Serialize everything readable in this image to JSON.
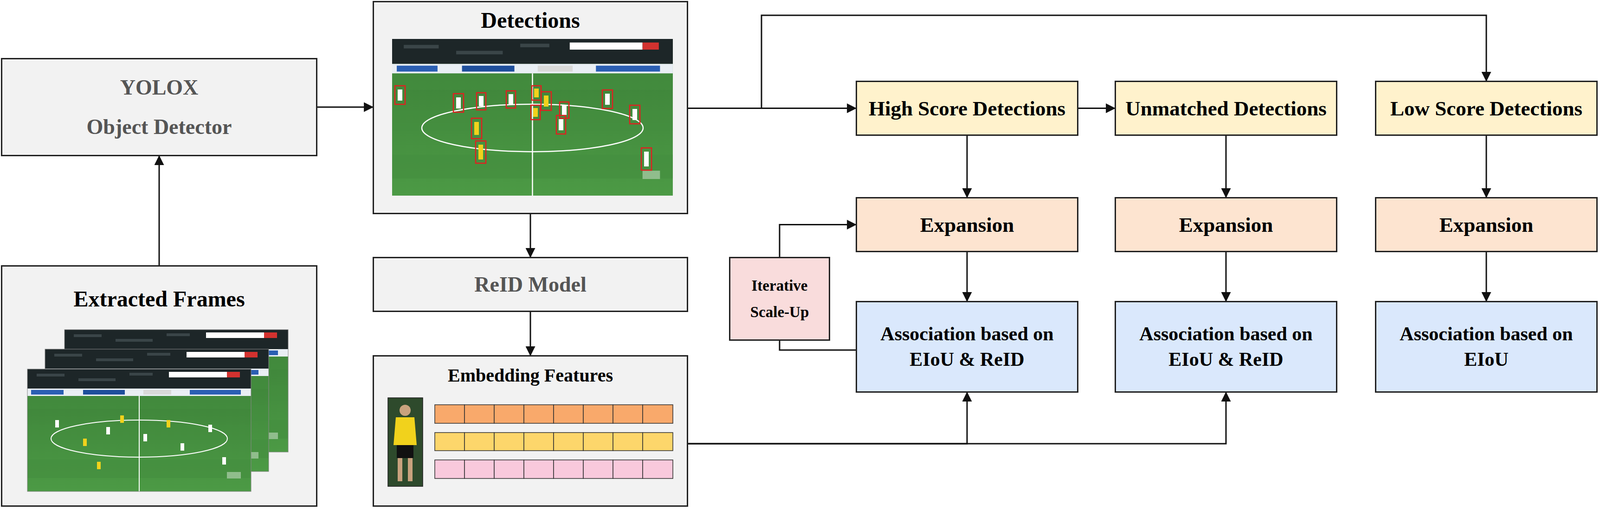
{
  "diagram": {
    "nodes": [
      {
        "text": [
          "YOLOX",
          "Object Detector"
        ]
      },
      {
        "text": [
          "Extracted Frames"
        ]
      },
      {
        "text": [
          "Detections"
        ]
      },
      {
        "text": [
          "ReID Model"
        ]
      },
      {
        "text": [
          "Embedding Features"
        ]
      },
      {
        "text": [
          "High Score Detections"
        ]
      },
      {
        "text": [
          "Unmatched Detections"
        ]
      },
      {
        "text": [
          "Low Score Detections"
        ]
      },
      {
        "text": [
          "Expansion"
        ]
      },
      {
        "text": [
          "Expansion"
        ]
      },
      {
        "text": [
          "Expansion"
        ]
      },
      {
        "text": [
          "Iterative Scale-Up"
        ]
      },
      {
        "text": [
          "Association based on EIoU & ReID"
        ]
      },
      {
        "text": [
          "Association based on EIoU & ReID"
        ]
      },
      {
        "text": [
          "Association based on EIoU"
        ]
      }
    ],
    "edges": [
      {
        "from": 1,
        "to": 0,
        "arrow": "to"
      },
      {
        "from": 0,
        "to": 2,
        "arrow": "to"
      },
      {
        "from": 2,
        "to": 3,
        "arrow": "to"
      },
      {
        "from": 3,
        "to": 4,
        "arrow": "to"
      },
      {
        "from": 2,
        "to": 5,
        "arrow": "to"
      },
      {
        "from": 2,
        "to": 7,
        "arrow": "to"
      },
      {
        "from": 5,
        "to": 6,
        "arrow": "to"
      },
      {
        "from": 5,
        "to": 8,
        "arrow": "to"
      },
      {
        "from": 6,
        "to": 9,
        "arrow": "to"
      },
      {
        "from": 7,
        "to": 10,
        "arrow": "to"
      },
      {
        "from": 8,
        "to": 12,
        "arrow": "to"
      },
      {
        "from": 9,
        "to": 13,
        "arrow": "to"
      },
      {
        "from": 10,
        "to": 14,
        "arrow": "to"
      },
      {
        "from": 4,
        "to": 12,
        "arrow": "to"
      },
      {
        "from": 4,
        "to": 13,
        "arrow": "to"
      },
      {
        "from": 12,
        "to": 11,
        "arrow": "none"
      },
      {
        "from": 11,
        "to": 8,
        "arrow": "to"
      }
    ]
  }
}
